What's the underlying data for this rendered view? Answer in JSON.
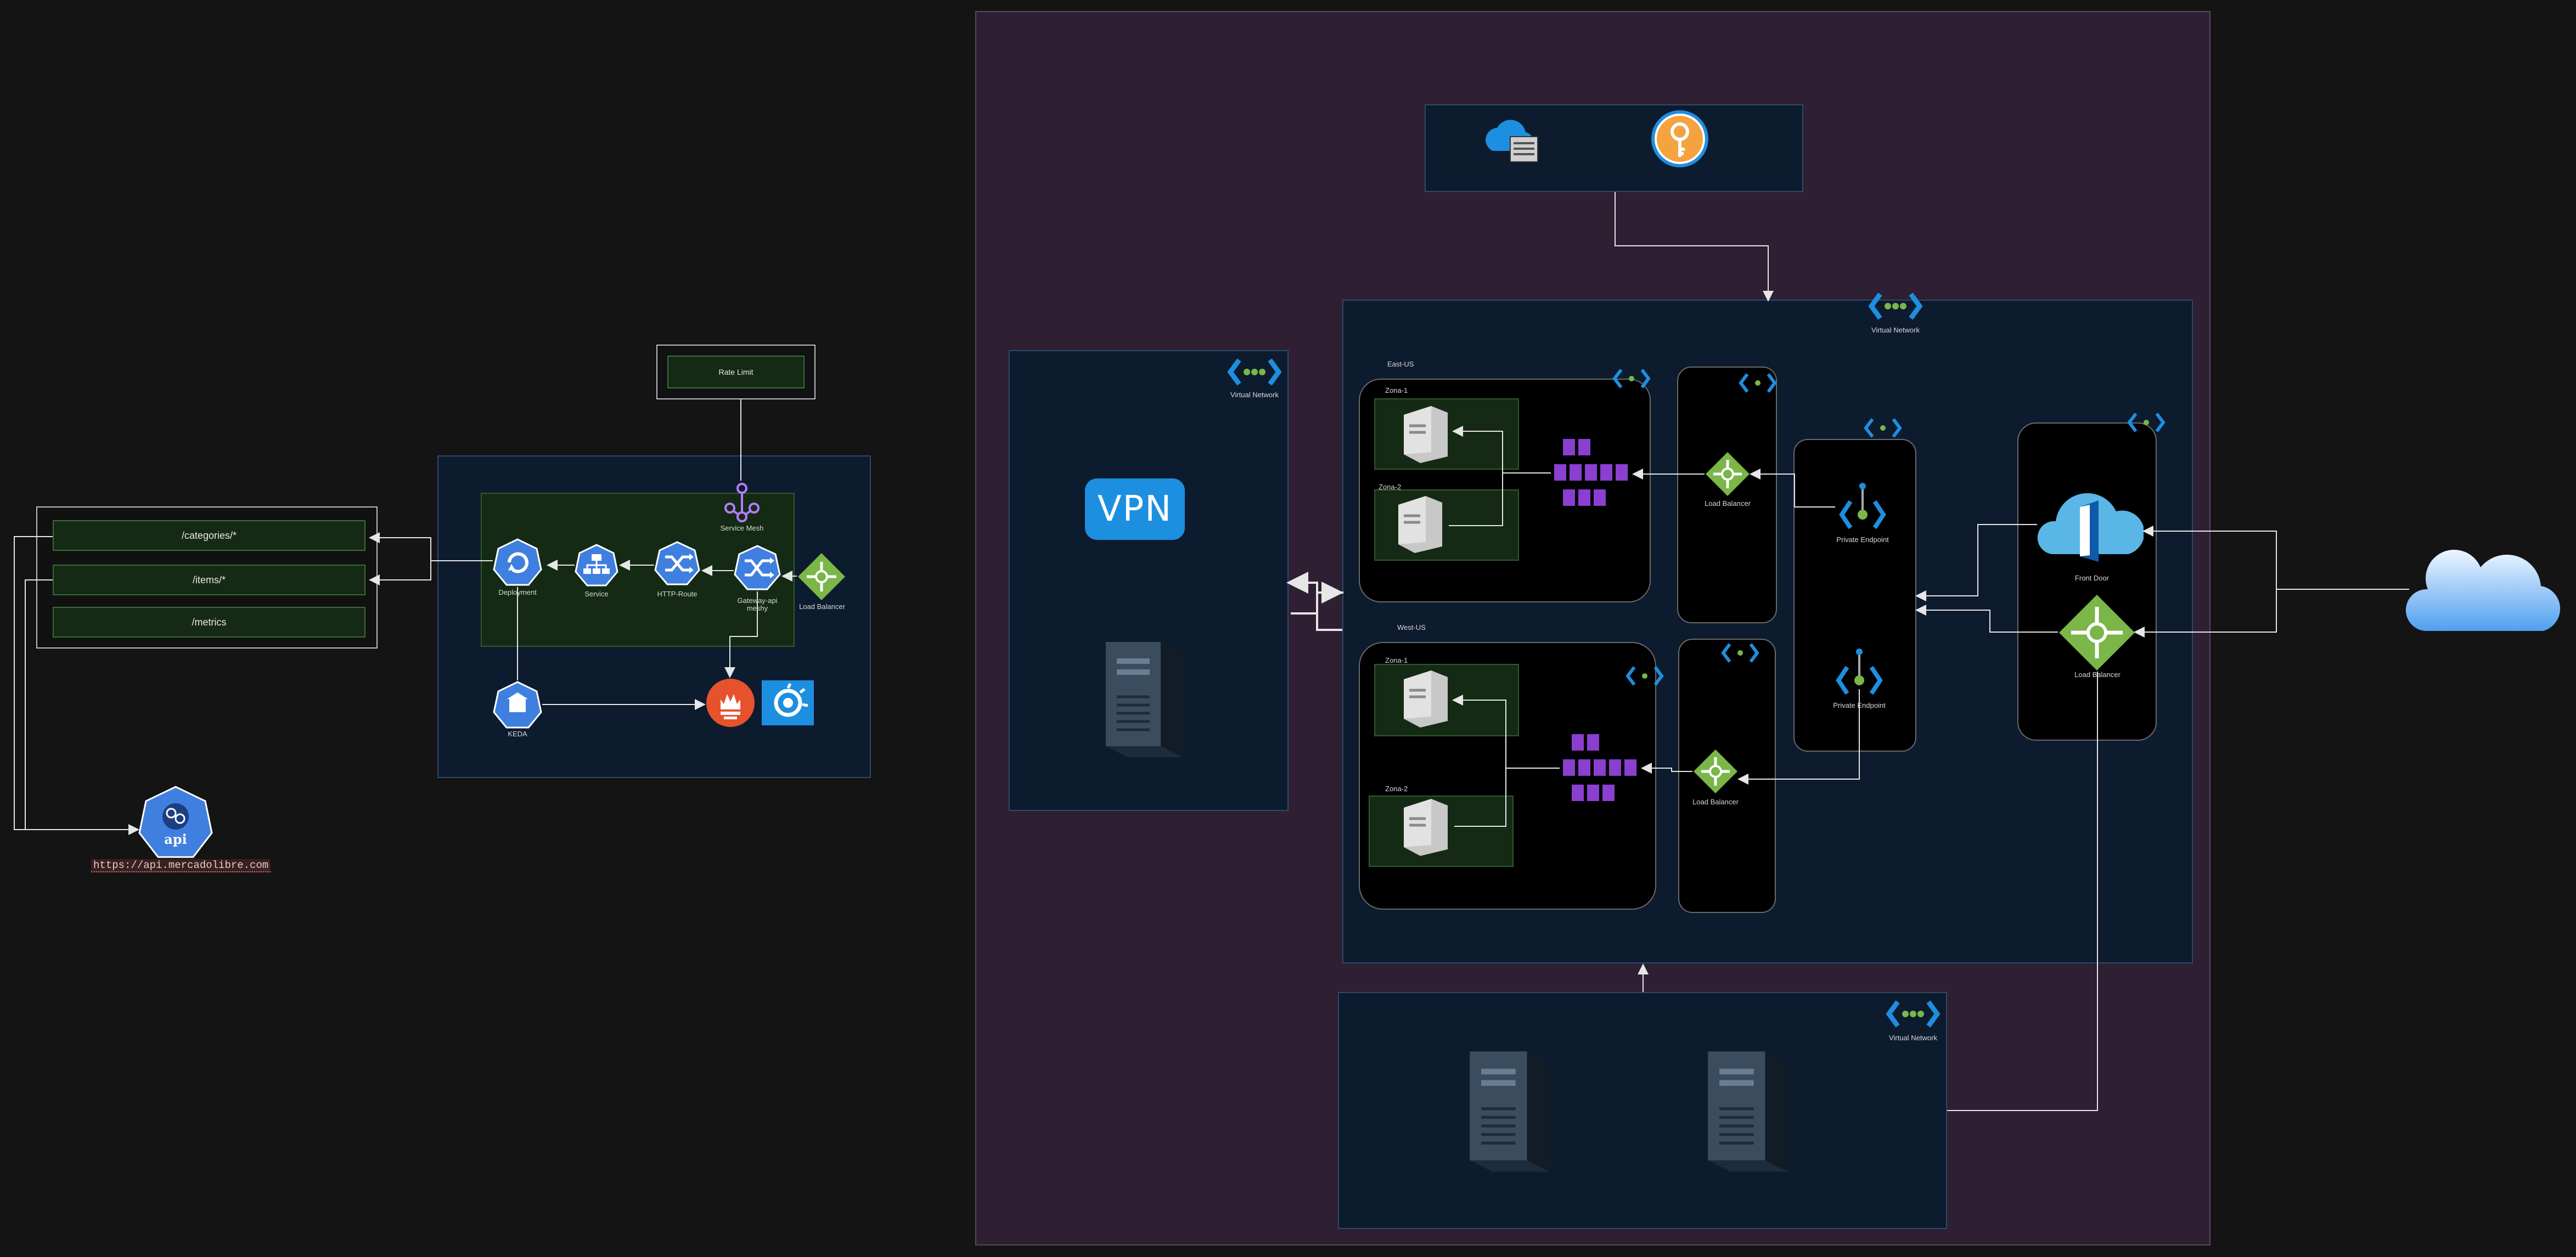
{
  "routes": {
    "categories": "/categories/*",
    "items": "/items/*",
    "metrics": "/metrics"
  },
  "api": {
    "icon_text": "api",
    "url": "https://api.mercadolibre.com"
  },
  "rate_limit": {
    "label": "Rate Limit"
  },
  "mesh": {
    "service_mesh": "Service Mesh",
    "deployment": "Deployment",
    "service": "Service",
    "http_route": "HTTP-Route",
    "gateway": "Gateway-api\nmeshy",
    "load_balancer": "Load Balancer",
    "keda": "KEDA"
  },
  "vpn": {
    "logo_text": "VPN",
    "vnet_label": "Virtual Network"
  },
  "hub": {
    "vnet_label": "Virtual Network",
    "east": {
      "region": "East-US",
      "zone1": "Zona-1",
      "zone2": "Zona-2",
      "lb": "Load Balancer"
    },
    "west": {
      "region": "West-US",
      "zone1": "Zona-1",
      "zone2": "Zona-2",
      "lb": "Load Balancer"
    },
    "pe1": "Private Endpoint",
    "pe2": "Private Endpoint",
    "front_door": "Front Door",
    "front_lb": "Load Balancer"
  },
  "bottom": {
    "vnet_label": "Virtual Network"
  },
  "colors": {
    "background": "#141414",
    "main_region": "#2e1f33",
    "navy_box": "#0d1b2e",
    "route_fill": "#142a14",
    "azure_blue": "#1d8fe0",
    "k8s_blue": "#3f7fe0",
    "lb_green": "#7ab648",
    "aks_purple": "#8a3fd0",
    "prometheus": "#e6522c",
    "wire": "#e6e6e6"
  },
  "icons": [
    "kubernetes-api-icon",
    "service-mesh-icon",
    "deployment-icon",
    "service-icon",
    "http-route-icon",
    "gateway-icon",
    "load-balancer-icon",
    "keda-icon",
    "prometheus-icon",
    "grafana-icon",
    "vpn-icon",
    "server-tower-icon",
    "virtual-network-icon",
    "container-registry-icon",
    "key-vault-icon",
    "vm-icon",
    "aks-cluster-icon",
    "private-endpoint-icon",
    "front-door-icon",
    "cloud-icon"
  ]
}
